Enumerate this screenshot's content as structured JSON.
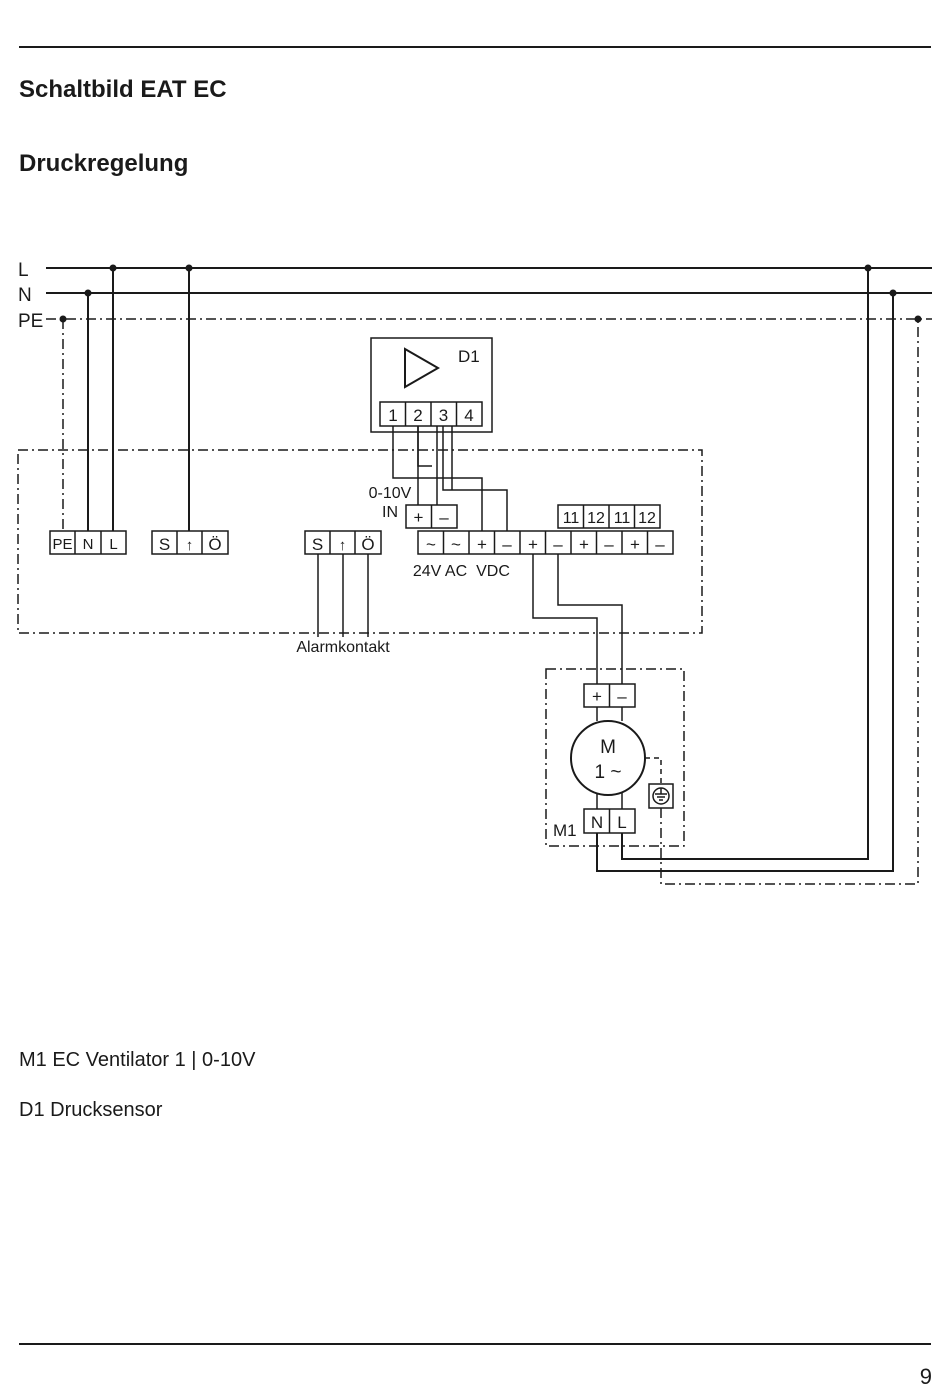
{
  "page": {
    "title": "Schaltbild EAT EC",
    "subtitle": "Druckregelung",
    "page_number": "9"
  },
  "diagram": {
    "bus_labels": [
      "L",
      "N",
      "PE"
    ],
    "mains_terminal": [
      "PE",
      "N",
      "L"
    ],
    "switch_terminal_1": [
      "S",
      "↑",
      "Ö"
    ],
    "switch_terminal_2": [
      "S",
      "↑",
      "Ö"
    ],
    "sensor_label": "D1",
    "sensor_terminals": [
      "1",
      "2",
      "3",
      "4"
    ],
    "input_label_line1": "0-10V",
    "input_label_line2": "IN",
    "input_terminals": [
      "+",
      "–"
    ],
    "controller_terminals": [
      "~",
      "~",
      "+",
      "–",
      "+",
      "–",
      "+",
      "–",
      "+",
      "–"
    ],
    "controller_top_terminals": [
      "11",
      "12",
      "11",
      "12"
    ],
    "supply_label_24vac": "24V AC",
    "supply_label_vdc": "VDC",
    "alarm_label": "Alarmkontakt",
    "motor_signal_terminals": [
      "+",
      "–"
    ],
    "motor_symbol_line1": "M",
    "motor_symbol_line2": "1 ~",
    "motor_label": "M1",
    "motor_power_terminals": [
      "N",
      "L"
    ],
    "ground_symbol": "earth-icon"
  },
  "legend": {
    "m1": "M1 EC Ventilator 1 | 0-10V",
    "d1": "D1 Drucksensor"
  }
}
